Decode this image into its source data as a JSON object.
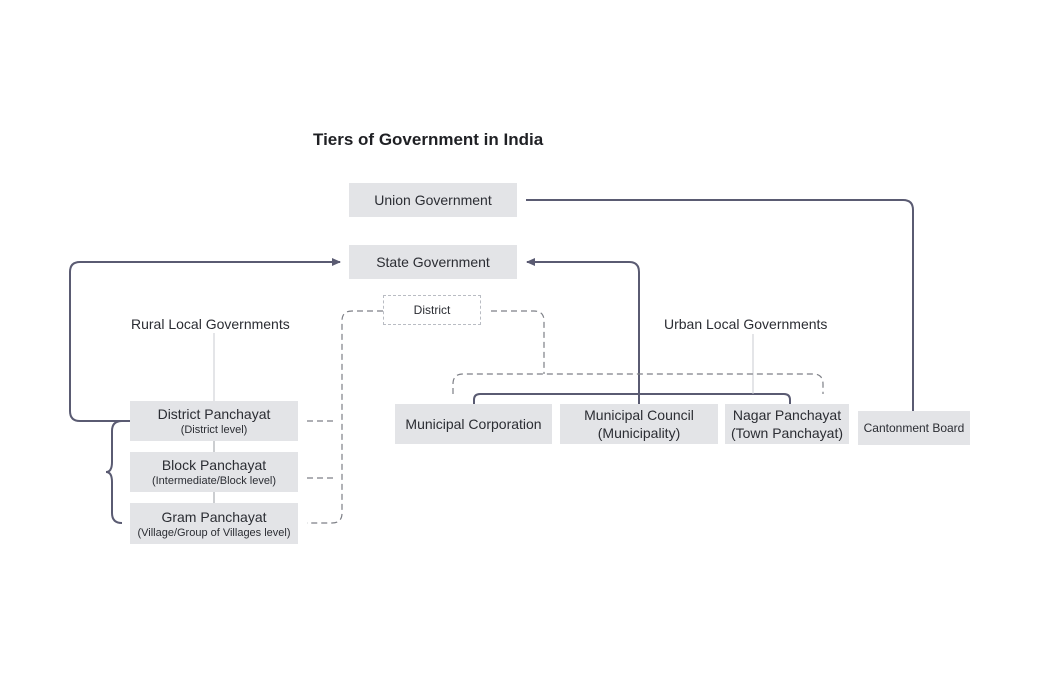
{
  "title": "Tiers of Government in India",
  "union": "Union Government",
  "state": "State Government",
  "district": "District",
  "rural": {
    "label": "Rural Local Governments",
    "district_panchayat": {
      "name": "District Panchayat",
      "sub": "(District level)"
    },
    "block_panchayat": {
      "name": "Block Panchayat",
      "sub": "(Intermediate/Block level)"
    },
    "gram_panchayat": {
      "name": "Gram Panchayat",
      "sub": "(Village/Group of Villages level)"
    }
  },
  "urban": {
    "label": "Urban Local Governments",
    "municipal_corporation": "Municipal Corporation",
    "municipal_council": {
      "line1": "Municipal Council",
      "line2": "(Municipality)"
    },
    "nagar_panchayat": {
      "line1": "Nagar Panchayat",
      "line2": "(Town Panchayat)"
    }
  },
  "cantonment": "Cantonment Board",
  "colors": {
    "box_fill": "#e3e4e7",
    "arrow_line": "#5a5b72",
    "dashed_line": "#7d7f86",
    "thin_line": "#c9cbd0"
  }
}
